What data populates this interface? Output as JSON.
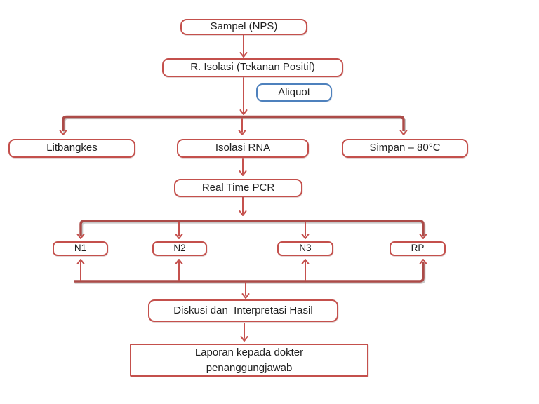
{
  "nodes": {
    "sampel": {
      "label": "Sampel (NPS)"
    },
    "r_isolasi": {
      "label": "R. Isolasi (Tekanan Positif)"
    },
    "aliquot": {
      "label": "Aliquot"
    },
    "litbangkes": {
      "label": "Litbangkes"
    },
    "isolasi_rna": {
      "label": "Isolasi RNA"
    },
    "simpan": {
      "label": "Simpan – 80°C"
    },
    "real_time_pcr": {
      "label": "Real Time PCR"
    },
    "n1": {
      "label": "N1"
    },
    "n2": {
      "label": "N2"
    },
    "n3": {
      "label": "N3"
    },
    "rp": {
      "label": "RP"
    },
    "diskusi": {
      "label": "Diskusi dan  Interpretasi Hasil"
    },
    "laporan": {
      "lines": [
        "Laporan kepada dokter",
        "penanggungjawab"
      ]
    }
  },
  "colors": {
    "node_border": "#C4504C",
    "aliquot_border": "#4E81BD",
    "connector": "#C5514E",
    "branch_line": "#AC4B48",
    "text": "#1F1F1F"
  }
}
